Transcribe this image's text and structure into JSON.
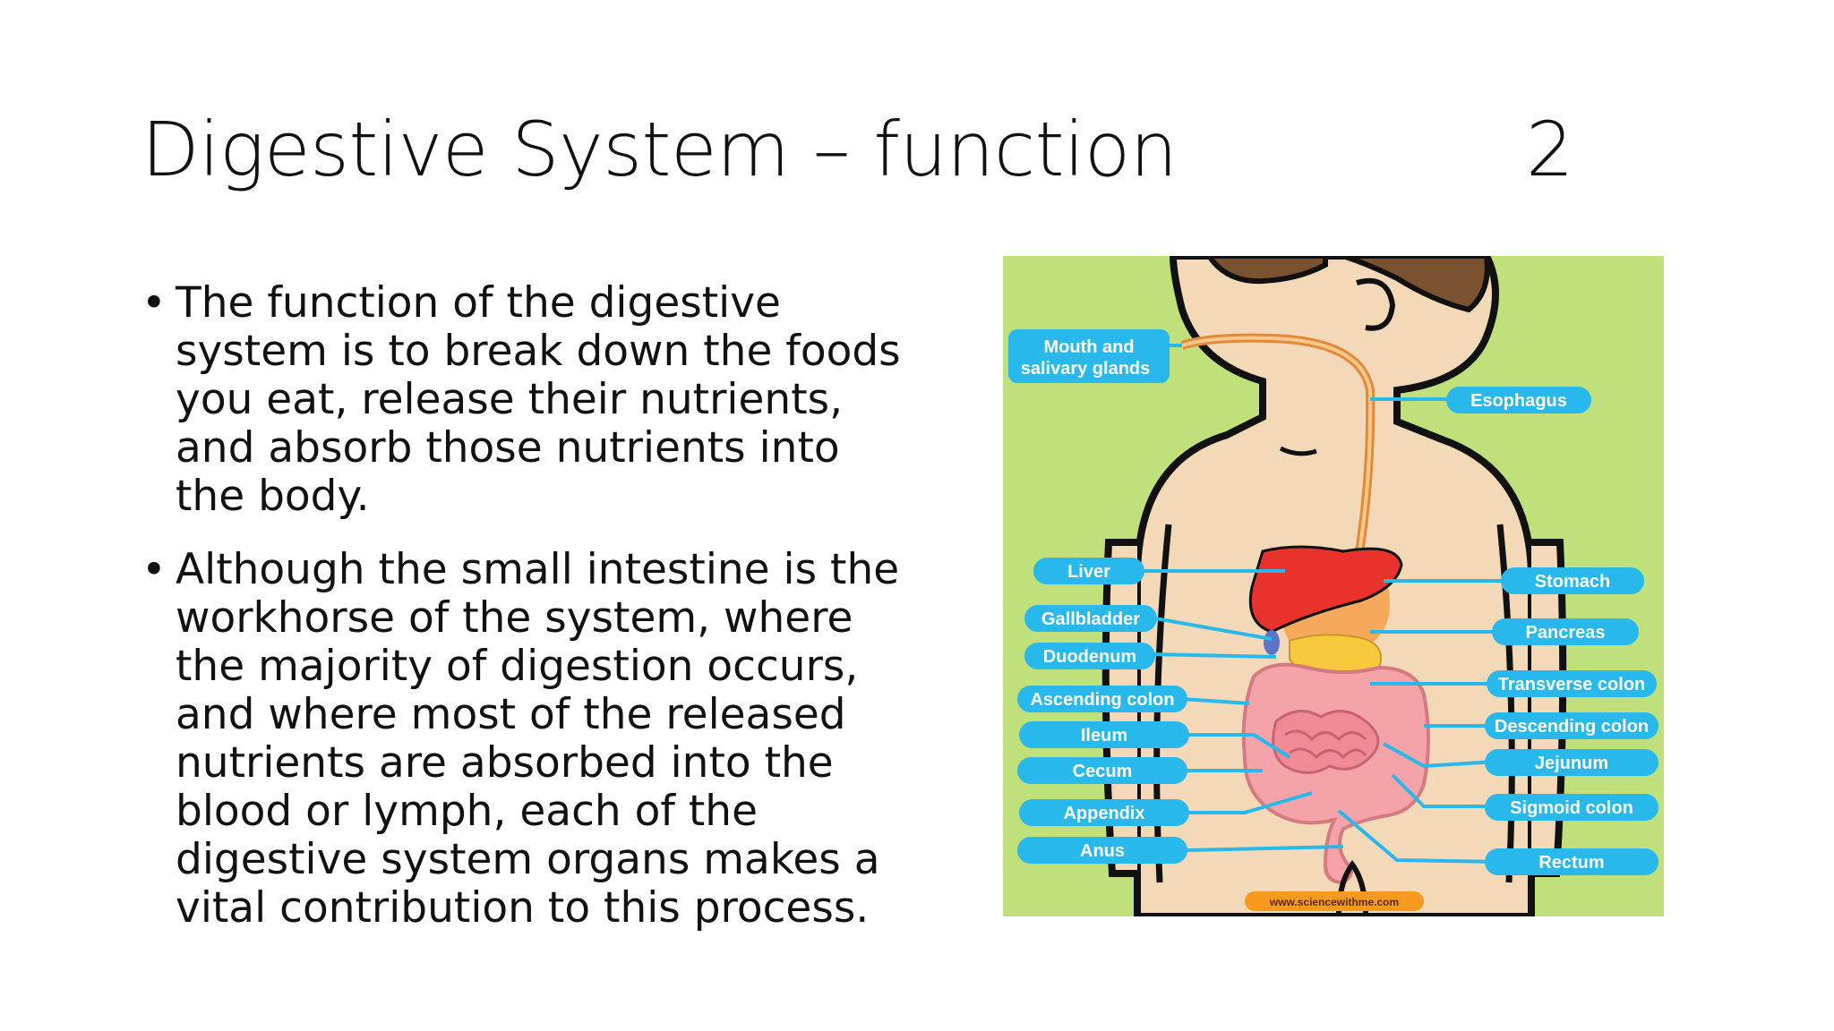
{
  "slide": {
    "title": "Digestive System – function",
    "number": "2",
    "bullets": [
      "The function of the digestive system is to break down the foods you eat, release their nutrients, and absorb those nutrients into the body.",
      " Although the small intestine is the workhorse of the system, where the majority of digestion occurs, and where most of the released nutrients are absorbed into the blood or lymph, each of the digestive system organs makes a vital contribution to this process."
    ],
    "bullet_glyph": "•"
  },
  "diagram": {
    "colors": {
      "background": "#bfe07a",
      "skin": "#f3d9b8",
      "hair": "#7a5230",
      "label_fill": "#29b8ec",
      "liver": "#e8322b",
      "stomach": "#f6a95a",
      "pancreas": "#f8c93a",
      "intestine": "#f4a3a8",
      "credit_badge": "#f59a1e"
    },
    "labels": {
      "mouth_line1": "Mouth and",
      "mouth_line2": "salivary glands",
      "esophagus": "Esophagus",
      "liver": "Liver",
      "stomach": "Stomach",
      "gallbladder": "Gallbladder",
      "pancreas": "Pancreas",
      "duodenum": "Duodenum",
      "transverse_colon": "Transverse colon",
      "ascending_colon": "Ascending colon",
      "descending_colon": "Descending colon",
      "ileum": "Ileum",
      "jejunum": "Jejunum",
      "cecum": "Cecum",
      "sigmoid_colon": "Sigmoid colon",
      "appendix": "Appendix",
      "anus": "Anus",
      "rectum": "Rectum"
    },
    "credit": "www.sciencewithme.com"
  }
}
